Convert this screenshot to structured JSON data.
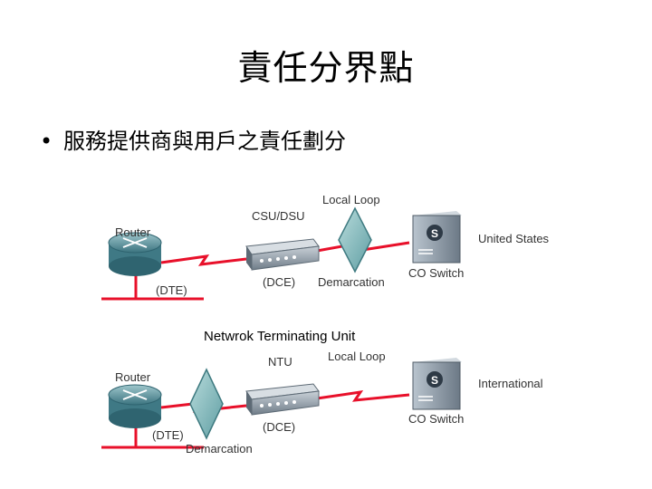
{
  "slide": {
    "title": "責任分界點",
    "bullet": "服務提供商與用戶之責任劃分"
  },
  "diagram": {
    "top": {
      "router": "Router",
      "dte": "(DTE)",
      "csu_dsu": "CSU/DSU",
      "dce": "(DCE)",
      "local_loop": "Local Loop",
      "demarcation": "Demarcation",
      "co_switch": "CO Switch",
      "region": "United States"
    },
    "caption": "Netwrok Terminating Unit",
    "bottom": {
      "router": "Router",
      "dte": "(DTE)",
      "ntu": "NTU",
      "dce": "(DCE)",
      "local_loop": "Local Loop",
      "demarcation": "Demarcation",
      "co_switch": "CO Switch",
      "region": "International"
    },
    "switch_letter": "S",
    "colors": {
      "link": "#e8102a",
      "diamond": "#7ab8b8",
      "router": "#4f8a93",
      "box": "#7d8a95",
      "switch": "#8a98a6"
    }
  }
}
